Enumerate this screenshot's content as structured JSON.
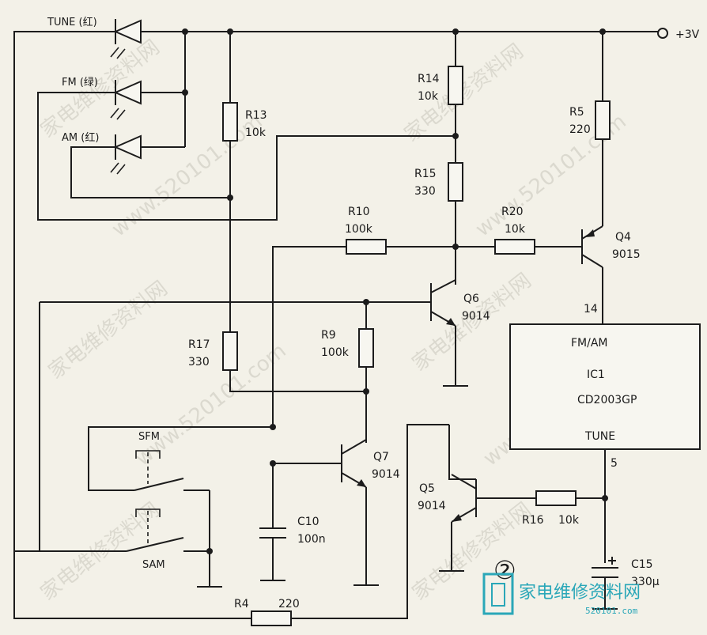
{
  "supply": {
    "label": "+3V"
  },
  "leds": [
    {
      "label": "TUNE (红)"
    },
    {
      "label": "FM (绿)"
    },
    {
      "label": "AM (红)"
    }
  ],
  "resistors": {
    "R13": {
      "name": "R13",
      "value": "10k"
    },
    "R14": {
      "name": "R14",
      "value": "10k"
    },
    "R5": {
      "name": "R5",
      "value": "220"
    },
    "R15": {
      "name": "R15",
      "value": "330"
    },
    "R10": {
      "name": "R10",
      "value": "100k"
    },
    "R20": {
      "name": "R20",
      "value": "10k"
    },
    "R17": {
      "name": "R17",
      "value": "330"
    },
    "R9": {
      "name": "R9",
      "value": "100k"
    },
    "R16": {
      "name": "R16",
      "value": "10k"
    },
    "R4": {
      "name": "R4",
      "value": "220"
    }
  },
  "transistors": {
    "Q4": {
      "name": "Q4",
      "part": "9015"
    },
    "Q6": {
      "name": "Q6",
      "part": "9014"
    },
    "Q7": {
      "name": "Q7",
      "part": "9014"
    },
    "Q5": {
      "name": "Q5",
      "part": "9014"
    }
  },
  "capacitors": {
    "C10": {
      "name": "C10",
      "value": "100n"
    },
    "C15": {
      "name": "C15",
      "value": "330μ"
    }
  },
  "switches": {
    "sfm": "SFM",
    "sam": "SAM"
  },
  "ic": {
    "line1": "FM/AM",
    "line2": "IC1",
    "line3": "CD2003GP",
    "line4": "TUNE",
    "pin_top": "14",
    "pin_bottom": "5"
  },
  "figure_number": "②",
  "watermark": {
    "cn": "家电维修资料网",
    "url": "www.520101.com"
  },
  "brand": {
    "name": "家电维修资料网",
    "sub": "520101.com"
  }
}
